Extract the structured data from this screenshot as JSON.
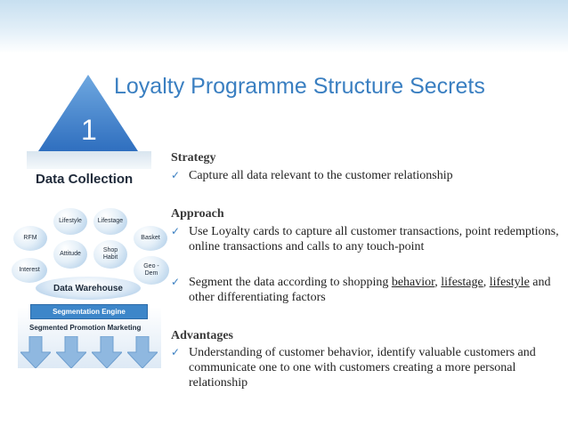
{
  "title": "Loyalty Programme Structure Secrets",
  "pyramid": {
    "number": "1",
    "label": "Data Collection"
  },
  "diagram": {
    "bubbles": [
      {
        "id": "lifestyle",
        "label": "Lifestyle"
      },
      {
        "id": "lifestage",
        "label": "Lifestage"
      },
      {
        "id": "rfm",
        "label": "RFM"
      },
      {
        "id": "basket",
        "label": "Basket"
      },
      {
        "id": "attitude",
        "label": "Attitude"
      },
      {
        "id": "shop-habit",
        "label": "Shop Habit"
      },
      {
        "id": "interest",
        "label": "Interest"
      },
      {
        "id": "geo-dem",
        "label": "Geo -Dem"
      }
    ],
    "data_warehouse": "Data Warehouse",
    "segmentation_engine": "Segmentation Engine",
    "segmented_promotion": "Segmented Promotion Marketing"
  },
  "sections": {
    "strategy": {
      "heading": "Strategy",
      "bullet1": "Capture all data relevant to the customer relationship"
    },
    "approach": {
      "heading": "Approach",
      "bullet1": "Use Loyalty cards to capture all customer transactions, point redemptions, online transactions and calls to any touch-point",
      "bullet2": {
        "pre": "Segment the data according to shopping ",
        "u1": "behavior",
        "sep1": ", ",
        "u2": "lifestage",
        "sep2": ", ",
        "u3": "lifestyle",
        "post": " and other differentiating factors"
      }
    },
    "advantages": {
      "heading": "Advantages",
      "bullet1": "Understanding of customer behavior, identify valuable customers and communicate one to one with customers creating a more personal relationship"
    }
  },
  "bullet_glyph": "✓",
  "colors": {
    "accent": "#3a7fc1",
    "triangle": "#3f86cf",
    "arrow": "#8fb8e0"
  }
}
